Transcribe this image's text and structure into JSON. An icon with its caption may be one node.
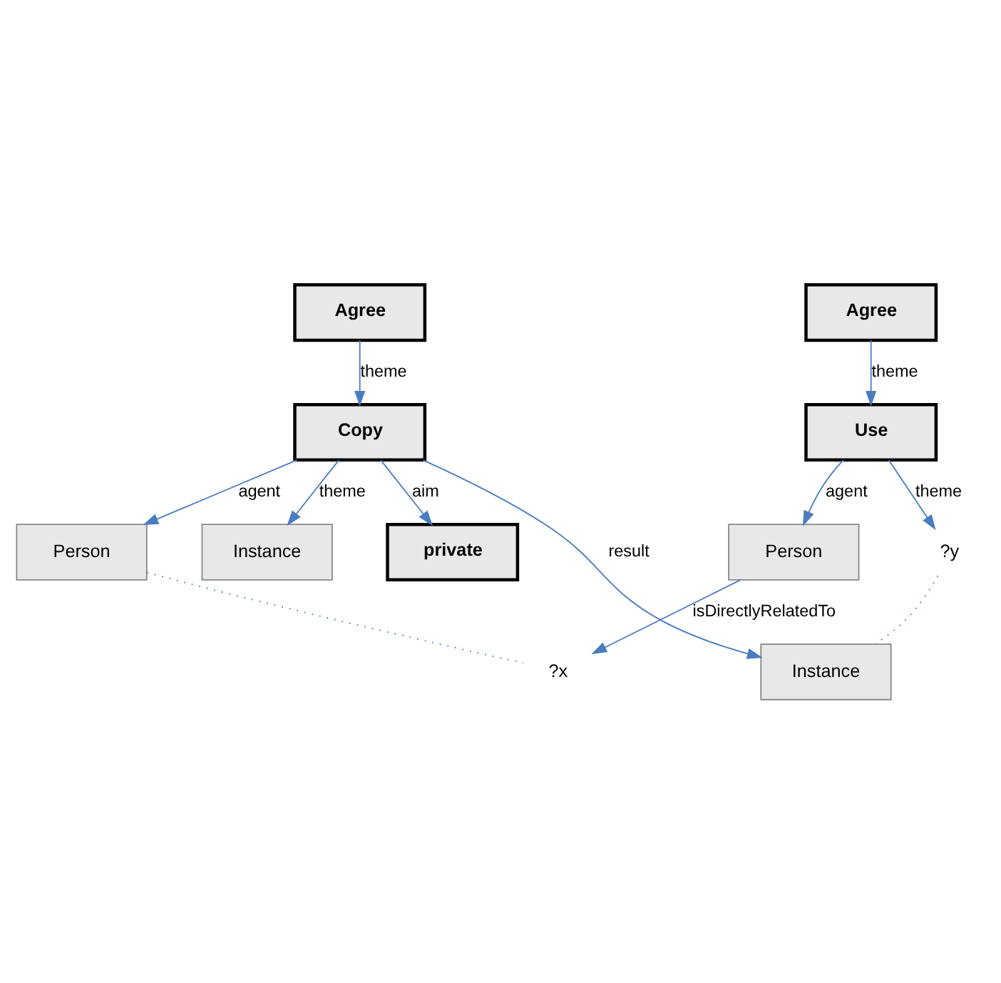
{
  "diagram": {
    "nodes": [
      {
        "text": [
          "Agree"
        ]
      },
      {
        "text": [
          "private"
        ]
      },
      {
        "text": [
          "Person"
        ]
      },
      {
        "text": [
          "Copy"
        ]
      },
      {
        "text": [
          "Instance"
        ]
      },
      {
        "text": [
          "?x"
        ]
      },
      {
        "text": [
          "?y"
        ]
      },
      {
        "text": [
          "Instance"
        ]
      },
      {
        "text": [
          "Person"
        ]
      },
      {
        "text": [
          "Use"
        ]
      },
      {
        "text": [
          "Agree"
        ]
      }
    ],
    "edges": [
      {
        "from": 0,
        "to": 3,
        "arrow": "to",
        "label": "theme"
      },
      {
        "from": 3,
        "to": 1,
        "arrow": "to",
        "label": "aim"
      },
      {
        "from": 3,
        "to": 2,
        "arrow": "to",
        "label": "agent"
      },
      {
        "from": 3,
        "to": 4,
        "arrow": "to",
        "label": "theme"
      },
      {
        "from": 3,
        "to": 7,
        "arrow": "to",
        "label": "result"
      },
      {
        "from": 2,
        "to": 5,
        "arrow": "none",
        "style": "dashed"
      },
      {
        "from": 6,
        "to": 7,
        "arrow": "none",
        "style": "dashed"
      },
      {
        "from": 8,
        "to": 5,
        "arrow": "to",
        "label": "isDirectlyRelatedTo"
      },
      {
        "from": 9,
        "to": 6,
        "arrow": "to",
        "label": "theme"
      },
      {
        "from": 9,
        "to": 8,
        "arrow": "to",
        "label": "agent"
      },
      {
        "from": 10,
        "to": 9,
        "arrow": "to",
        "label": "theme"
      }
    ]
  }
}
